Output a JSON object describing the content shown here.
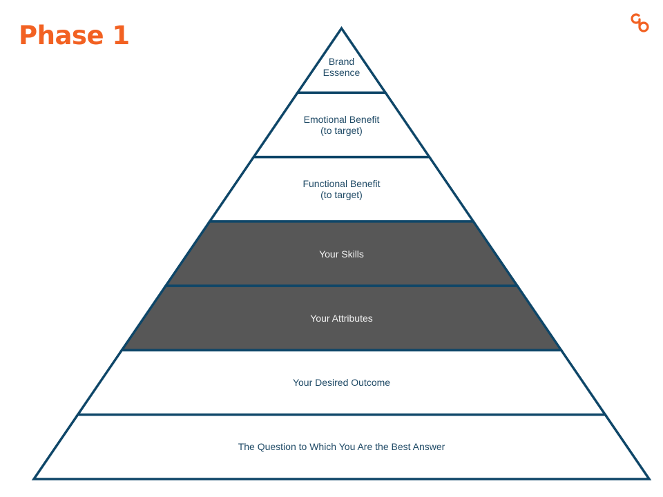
{
  "slide": {
    "title": "Phase 1",
    "logo": "cb-logo-icon"
  },
  "colors": {
    "accent": "#F26122",
    "outline": "#0E4668",
    "text": "#1F4A66",
    "dark_fill": "#575757",
    "light_fill": "#FFFFFF",
    "dark_text": "#F2F2F2"
  },
  "pyramid": {
    "levels": [
      {
        "label": "Brand\nEssence",
        "style": "light"
      },
      {
        "label": "Emotional Benefit\n(to target)",
        "style": "light"
      },
      {
        "label": "Functional Benefit\n(to target)",
        "style": "light"
      },
      {
        "label": "Your Skills",
        "style": "dark"
      },
      {
        "label": "Your Attributes",
        "style": "dark"
      },
      {
        "label": "Your Desired Outcome",
        "style": "light"
      },
      {
        "label": "The Question to Which You Are the Best Answer",
        "style": "light"
      }
    ]
  }
}
